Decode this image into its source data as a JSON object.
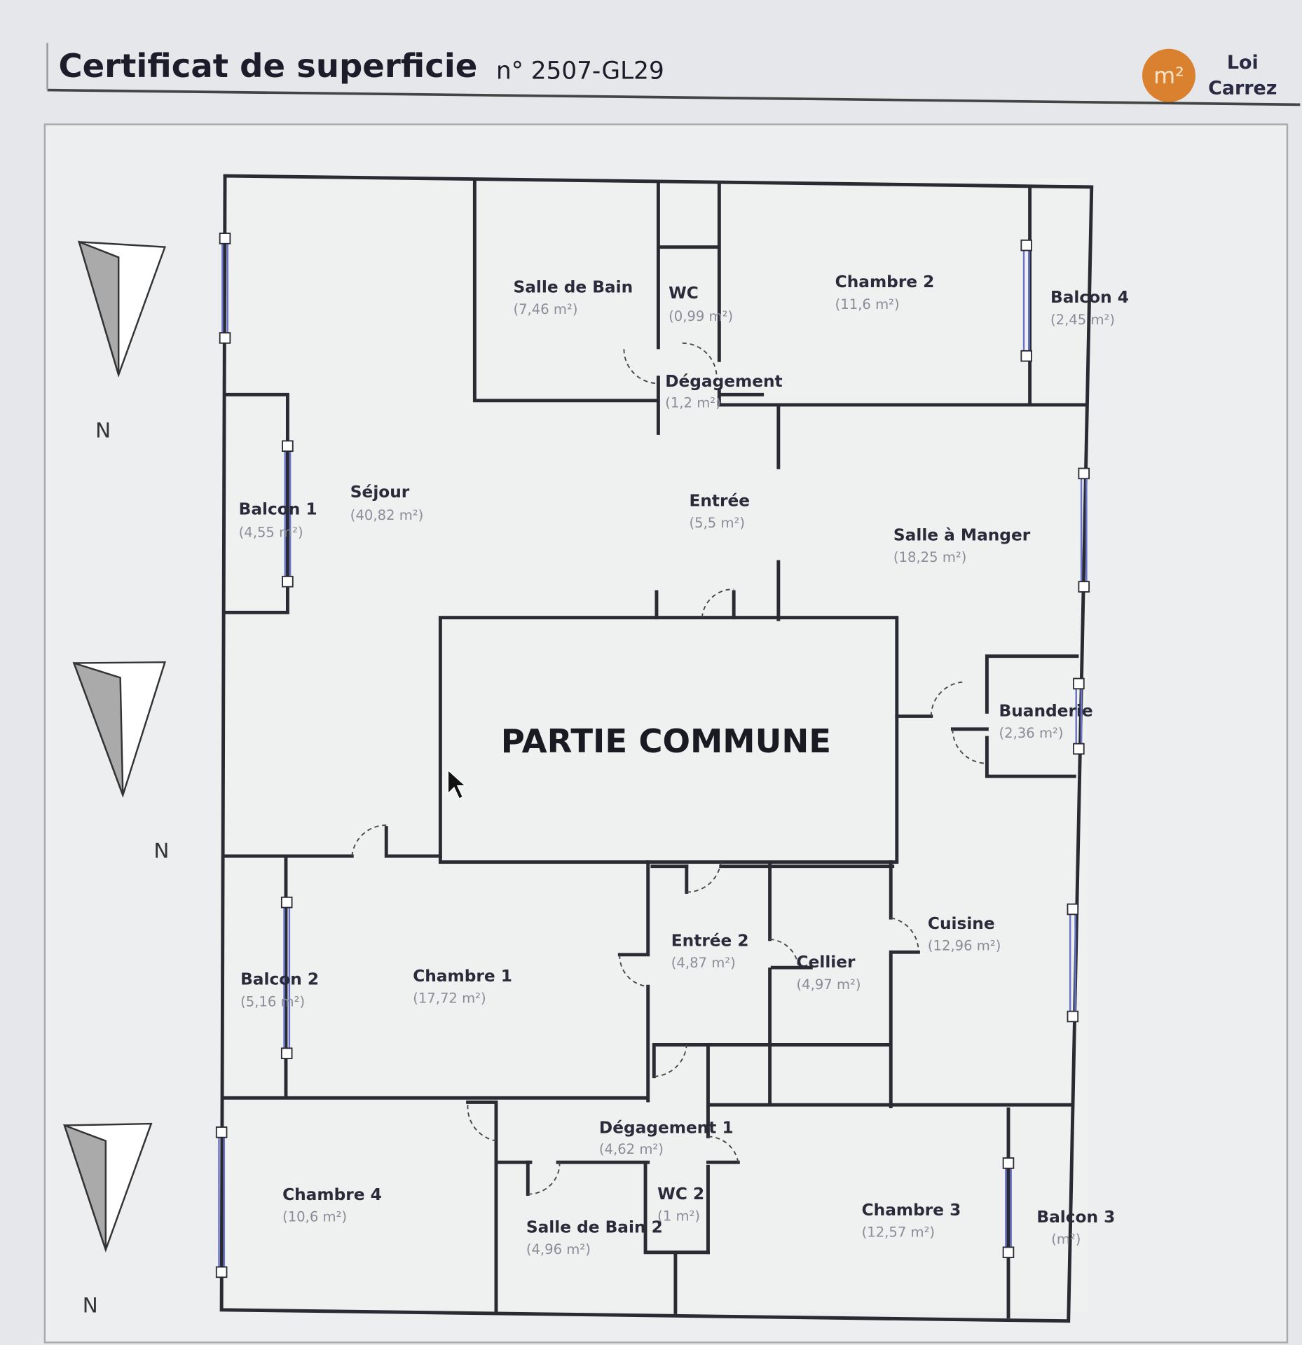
{
  "header": {
    "title": "Certificat de superficie",
    "number": "n° 2507-GL29",
    "logo_text": "m²",
    "badge_line1": "Loi",
    "badge_line2": "Carrez"
  },
  "colors": {
    "logo": "#d9812f",
    "wall": "#2a2a33",
    "window": "#6a74c8"
  },
  "compass": {
    "label": "N"
  },
  "common_area": "PARTIE COMMUNE",
  "rooms": [
    {
      "name": "Salle de Bain",
      "area": "(7,46 m²)"
    },
    {
      "name": "WC",
      "area": "(0,99 m²)"
    },
    {
      "name": "Chambre 2",
      "area": "(11,6 m²)"
    },
    {
      "name": "Balcon 4",
      "area": "(2,45 m²)"
    },
    {
      "name": "Dégagement",
      "area": "(1,2 m²)"
    },
    {
      "name": "Balcon 1",
      "area": "(4,55 m²)"
    },
    {
      "name": "Séjour",
      "area": "(40,82 m²)"
    },
    {
      "name": "Entrée",
      "area": "(5,5 m²)"
    },
    {
      "name": "Salle à Manger",
      "area": "(18,25 m²)"
    },
    {
      "name": "Buanderie",
      "area": "(2,36 m²)"
    },
    {
      "name": "Entrée 2",
      "area": "(4,87 m²)"
    },
    {
      "name": "Cellier",
      "area": "(4,97 m²)"
    },
    {
      "name": "Cuisine",
      "area": "(12,96 m²)"
    },
    {
      "name": "Balcon 2",
      "area": "(5,16 m²)"
    },
    {
      "name": "Chambre 1",
      "area": "(17,72 m²)"
    },
    {
      "name": "Dégagement 1",
      "area": "(4,62 m²)"
    },
    {
      "name": "Chambre 4",
      "area": "(10,6 m²)"
    },
    {
      "name": "WC 2",
      "area": "(1 m²)"
    },
    {
      "name": "Salle de Bain 2",
      "area": "(4,96 m²)"
    },
    {
      "name": "Chambre 3",
      "area": "(12,57 m²)"
    },
    {
      "name": "Balcon 3",
      "area": "(m²)"
    }
  ]
}
